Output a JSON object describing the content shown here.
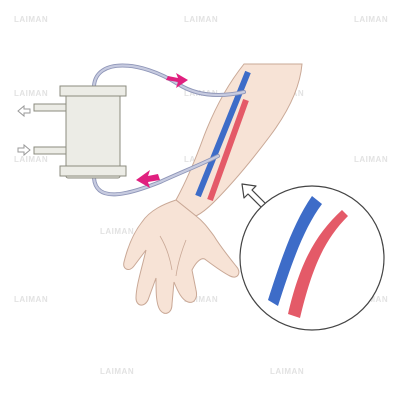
{
  "figure": {
    "colors": {
      "background": "#ffffff",
      "skin": "#f7e3d6",
      "skin_outline": "#c9a896",
      "vein": "#3d6cc8",
      "artery": "#e45a68",
      "tube": "#c7cbe0",
      "tube_outline": "#8f96b8",
      "machine_body": "#ecece6",
      "machine_outline": "#8b8b7f",
      "flow_arrow": "#e0207f",
      "port_arrow": "#9a9a9a",
      "zoom_outline": "#444444",
      "watermark": "#e2e2e2"
    },
    "icons": {
      "flow_arrows": "magenta-flow-arrow",
      "port_arrows": "hollow-arrow",
      "zoom_pointer": "hollow-arrow"
    },
    "watermark": {
      "text": "LAIMAN",
      "color": "#e2e2e2"
    }
  }
}
